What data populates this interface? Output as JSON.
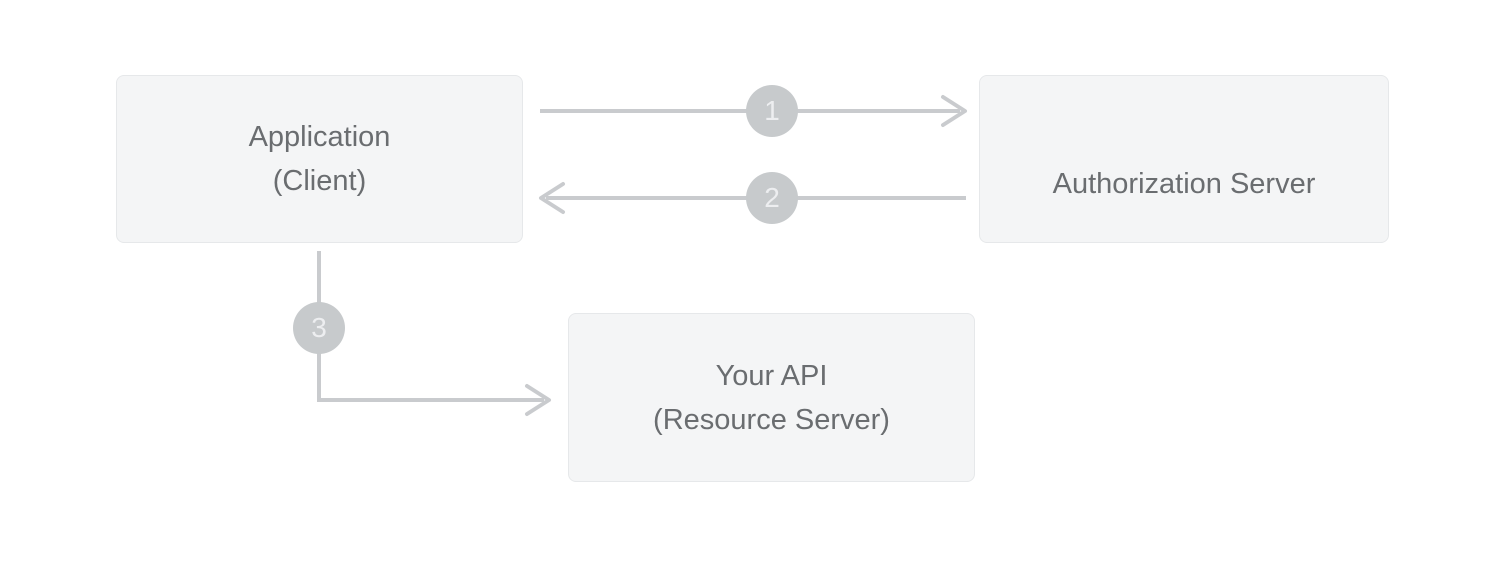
{
  "diagram": {
    "nodes": {
      "application": {
        "line1": "Application",
        "line2": "(Client)"
      },
      "authorization_server": {
        "line1": "Authorization Server"
      },
      "your_api": {
        "line1": "Your API",
        "line2": "(Resource Server)"
      }
    },
    "steps": {
      "step1": "1",
      "step2": "2",
      "step3": "3"
    },
    "colors": {
      "background": "#ffffff",
      "node_fill": "#f4f5f6",
      "node_border": "#e6e8ea",
      "node_text": "#6a6d70",
      "arrow": "#c9cbce",
      "badge_fill": "#c7cacc",
      "badge_text": "#edeef0"
    }
  }
}
